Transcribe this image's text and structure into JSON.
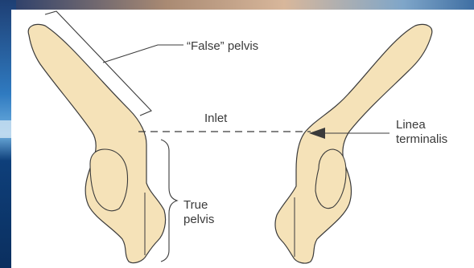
{
  "labels": {
    "false_pelvis": "“False” pelvis",
    "inlet": "Inlet",
    "linea_line1": "Linea",
    "linea_line2": "terminalis",
    "true_line1": "True",
    "true_line2": "pelvis"
  },
  "colors": {
    "bone_fill": "#f5e2b8",
    "outline": "#3b3b3b",
    "paper": "#ffffff",
    "background_blue": "#1d5fa6"
  }
}
